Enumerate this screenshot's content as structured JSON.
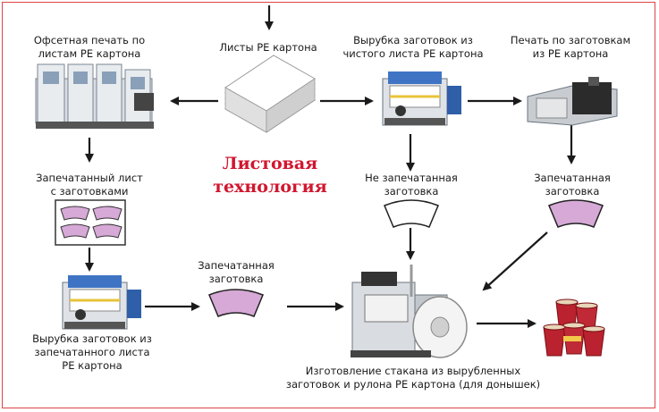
{
  "title_line1": "Листовая",
  "title_line2": "технология",
  "labels": {
    "offset_print": "Офсетная печать по\nлистам PE картона",
    "pe_sheets": "Листы PE картона",
    "die_cut_clean": "Вырубка заготовок из\nчистого листа PE картона",
    "print_blanks": "Печать по  заготовкам\nиз PE картона",
    "printed_sheet": "Запечатанный лист\nс заготовками",
    "unprinted_blank": "Не запечатанная\nзаготовка",
    "printed_blank_right": "Запечатанная\nзаготовка",
    "printed_blank_mid": "Запечатанная\nзаготовка",
    "die_cut_printed": "Вырубка заготовок из\nзапечатанного листа\nPE картона",
    "cup_making": "Изготовление стакана из вырубленных\nзаготовок и рулона PE картона (для донышек)"
  },
  "colors": {
    "blank_fill": "#d6a9d6",
    "blank_stroke": "#333333",
    "title": "#d1162f",
    "frame": "#e0434a"
  },
  "icons": [
    "offset-press-icon",
    "paper-stack-icon",
    "die-cutter-icon",
    "blank-printer-icon",
    "cup-machine-icon",
    "paper-cups-icon"
  ]
}
